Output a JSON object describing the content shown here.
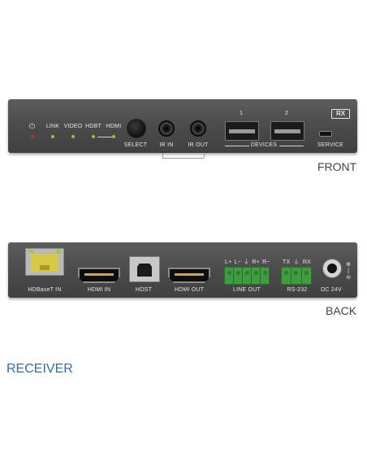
{
  "front": {
    "badge": "RX",
    "power_symbol": "⏻",
    "leds": [
      "LINK",
      "VIDEO",
      "HDBT",
      "HDMI"
    ],
    "select": "SELECT",
    "ir_in": "IR IN",
    "ir_out": "IR OUT",
    "usb_numbers": [
      "1",
      "2"
    ],
    "devices": "DEVICES",
    "service": "SERVICE",
    "label": "FRONT"
  },
  "back": {
    "hdbaset_in": "HDBaseT IN",
    "hdmi_in": "HDMI IN",
    "host": "HOST",
    "hdmi_out": "HDMI OUT",
    "line_out_pins": "L+ L− ⏚ R+ R−",
    "line_out": "LINE OUT",
    "rs232_pins": "TX ⏚ RX",
    "rs232": "RS-232",
    "dc": "DC 24V",
    "label": "BACK"
  },
  "caption": "RECEIVER",
  "colors": {
    "panel": "#4a4a4a",
    "led_green": "#9bbf3a",
    "led_red": "#c0302b",
    "terminal": "#3f9d3f",
    "caption": "#2f6db3"
  }
}
